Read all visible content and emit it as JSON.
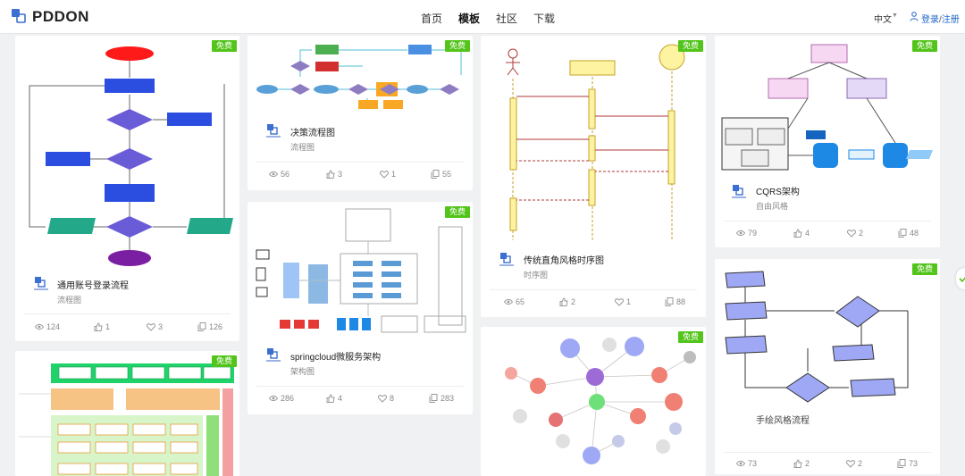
{
  "header": {
    "brand": "PDDON",
    "nav": [
      "首页",
      "模板",
      "社区",
      "下载"
    ],
    "active_nav": "模板",
    "language": "中文",
    "login": "登录",
    "separator": "/",
    "register": "注册"
  },
  "colors": {
    "free_badge": "#52c41a",
    "link": "#1e64c8"
  },
  "cards": [
    {
      "badge": "免费",
      "title": "通用账号登录流程",
      "category": "流程图",
      "views": "124",
      "likes": "1",
      "favorites": "3",
      "copies": "126"
    },
    {
      "badge": "免费"
    },
    {
      "badge": "免费",
      "title": "决策流程图",
      "category": "流程图",
      "views": "56",
      "likes": "3",
      "favorites": "1",
      "copies": "55"
    },
    {
      "badge": "免费",
      "title": "springcloud微服务架构",
      "category": "架构图",
      "views": "286",
      "likes": "4",
      "favorites": "8",
      "copies": "283"
    },
    {
      "badge": "免费",
      "title": "传统直角风格时序图",
      "category": "时序图",
      "views": "65",
      "likes": "2",
      "favorites": "1",
      "copies": "88"
    },
    {
      "badge": "免费"
    },
    {
      "badge": "免费",
      "title": "CQRS架构",
      "category": "自由风格",
      "views": "79",
      "likes": "4",
      "favorites": "2",
      "copies": "48"
    },
    {
      "badge": "免费",
      "title": "手绘风格流程",
      "views": "73",
      "likes": "2",
      "favorites": "2",
      "copies": "73"
    }
  ]
}
